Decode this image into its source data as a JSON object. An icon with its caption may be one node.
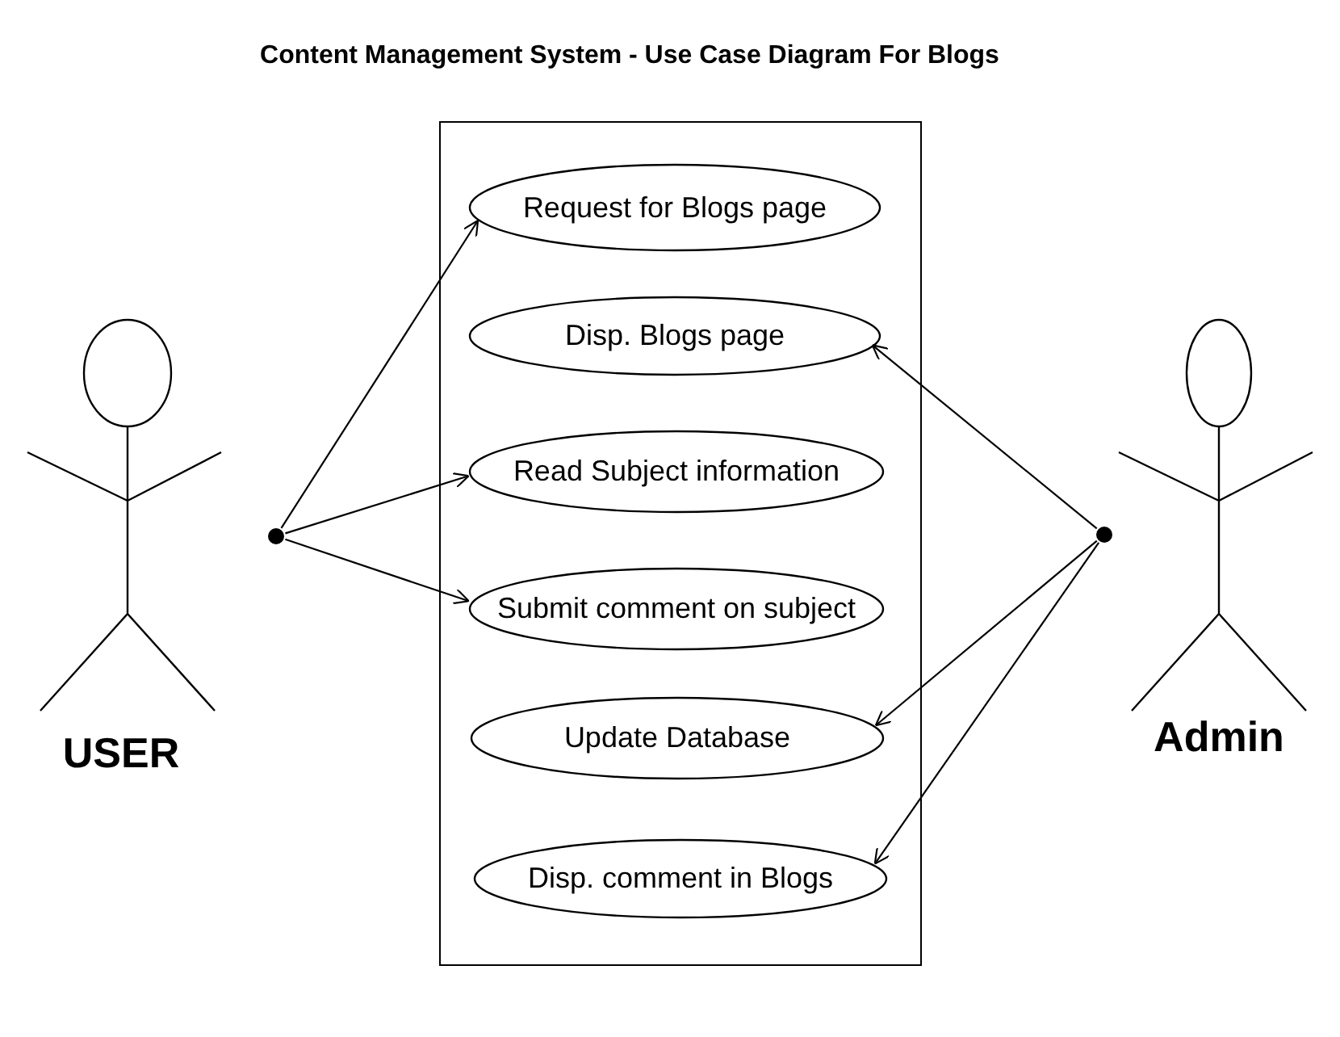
{
  "diagram": {
    "title": "Content Management System - Use Case Diagram For Blogs",
    "nodes": [
      {
        "text": [
          "USER"
        ]
      },
      {
        "text": [],
        "shape": "circle"
      },
      {
        "text": [],
        "shape": "box"
      },
      {
        "text": [
          "Request for  Blogs page"
        ],
        "in": 2
      },
      {
        "text": [
          "Disp. Blogs page"
        ],
        "in": 2
      },
      {
        "text": [
          "Read Subject information"
        ],
        "in": 2
      },
      {
        "text": [
          "Submit comment on subject"
        ],
        "in": 2
      },
      {
        "text": [
          "Update Database"
        ],
        "in": 2
      },
      {
        "text": [
          "Disp. comment in Blogs"
        ],
        "in": 2
      },
      {
        "text": [],
        "shape": "circle"
      },
      {
        "text": [
          "Admin"
        ]
      }
    ],
    "edges": [
      {
        "from": 1,
        "to": 3,
        "arrow": "to"
      },
      {
        "from": 1,
        "to": 5,
        "arrow": "to"
      },
      {
        "from": 1,
        "to": 6,
        "arrow": "to"
      },
      {
        "from": 9,
        "to": 4,
        "arrow": "to"
      },
      {
        "from": 9,
        "to": 7,
        "arrow": "to"
      },
      {
        "from": 9,
        "to": 8,
        "arrow": "to"
      }
    ]
  }
}
